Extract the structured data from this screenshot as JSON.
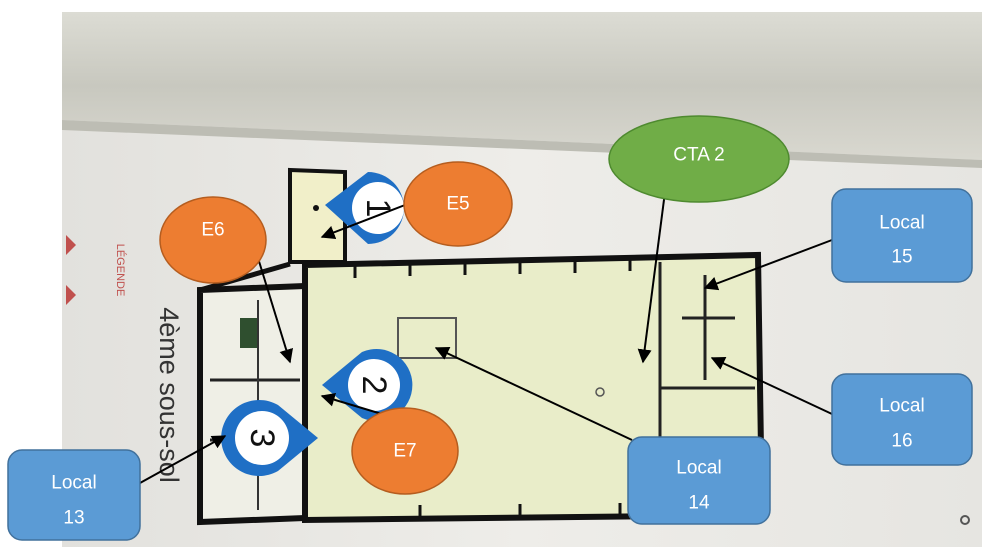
{
  "photo": {
    "heading_rotated": "4ème sous-sol",
    "legend_rotated": "LÉGENDE",
    "markers": [
      "1",
      "2",
      "3"
    ]
  },
  "callouts": {
    "e5": "E5",
    "e6": "E6",
    "e7": "E7",
    "cta2": "CTA 2",
    "local15": [
      "Local",
      "15"
    ],
    "local16": [
      "Local",
      "16"
    ],
    "local14": [
      "Local",
      "14"
    ],
    "local13": [
      "Local",
      "13"
    ]
  },
  "colors": {
    "orange": "#ED7D31",
    "green": "#70AD47",
    "blue": "#5B9BD5",
    "marker_blue": "#1F6FC5"
  }
}
